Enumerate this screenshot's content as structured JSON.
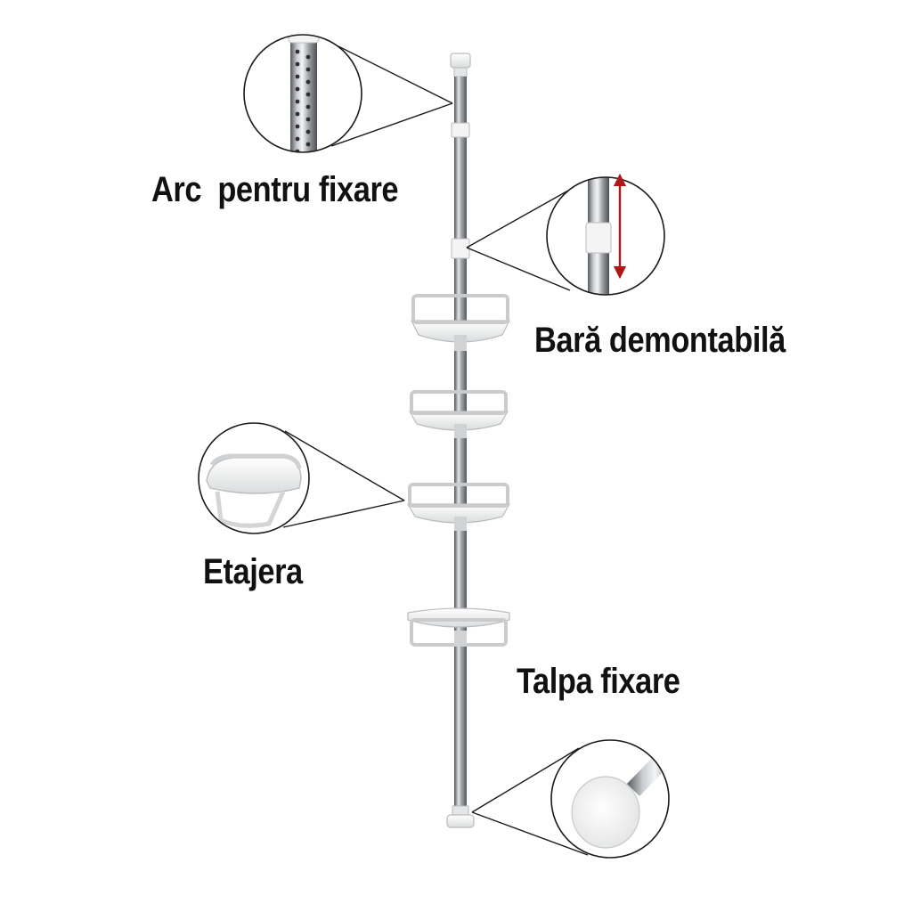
{
  "labels": {
    "spring": "Arc  pentru fixare",
    "bar": "Bară demontabilă",
    "shelf": "Etajera",
    "foot": "Talpa fixare"
  },
  "colors": {
    "steel_dark": "#5e6066",
    "steel_light": "#d8dade",
    "plastic": "#f2f3f3",
    "plastic_edge": "#b9bcbf",
    "callout_line": "#1a1a1a",
    "arrow": "#b01818",
    "text": "#111111"
  },
  "icons": {
    "arrow": "double-arrow-icon"
  }
}
